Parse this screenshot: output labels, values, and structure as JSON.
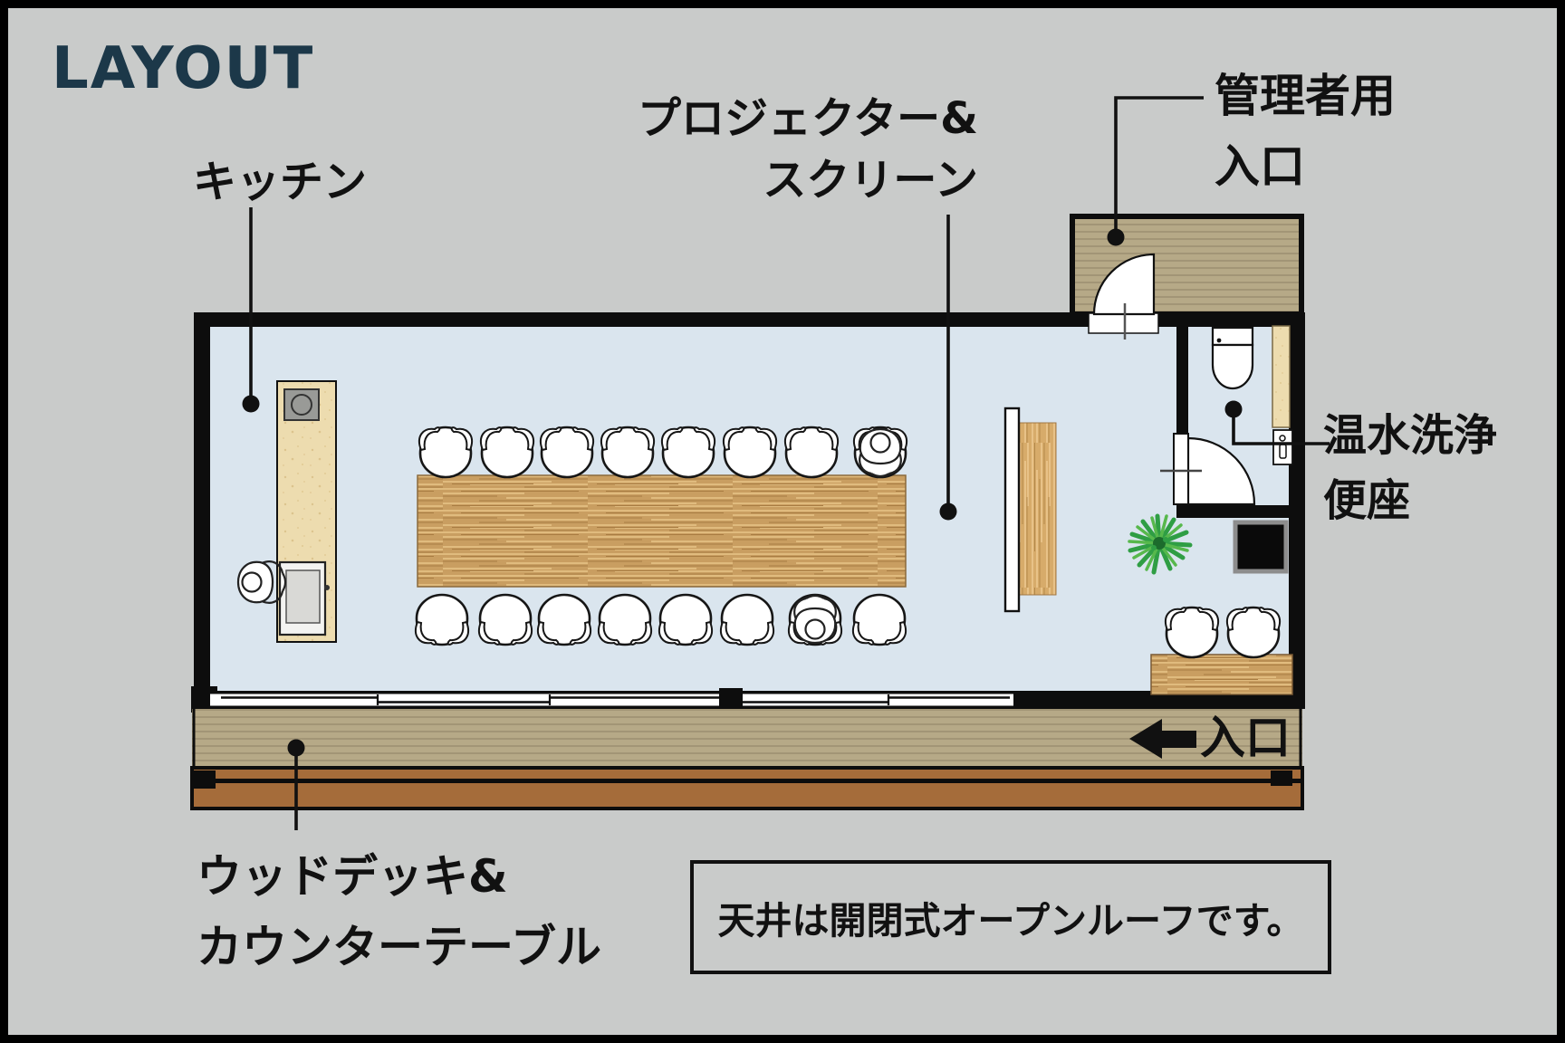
{
  "title": "LAYOUT",
  "labels": {
    "kitchen": "キッチン",
    "projector_line1": "プロジェクター&",
    "projector_line2": "スクリーン",
    "admin_line1": "管理者用",
    "admin_line2": "入口",
    "toilet_line1": "温水洗浄",
    "toilet_line2": "便座",
    "deck_line1": "ウッドデッキ&",
    "deck_line2": "カウンターテーブル",
    "entrance": "入口",
    "note": "天井は開閉式オープンルーフです。"
  },
  "colors": {
    "background": "#c9cbca",
    "wall": "#0d0d0d",
    "floor": "#dae5ee",
    "title": "#1c3849",
    "label": "#111111",
    "table_wood": "#c99e61",
    "deck_wood": "#b6a987",
    "brown_edge": "#a56c3a",
    "counter_tan": "#eddcaf",
    "plant_green": "#2f9e44"
  },
  "icons": {
    "chairs_top_row": 8,
    "chairs_bottom_row": 8,
    "chairs_entry_bench": 2,
    "people": [
      "person-at-sink",
      "person-seated-top",
      "person-seated-bottom"
    ],
    "fixtures": [
      "stove-icon",
      "sink-icon",
      "toilet-icon",
      "plant-icon",
      "screen-icon",
      "door-swing-icon",
      "entrance-arrow-icon"
    ]
  }
}
